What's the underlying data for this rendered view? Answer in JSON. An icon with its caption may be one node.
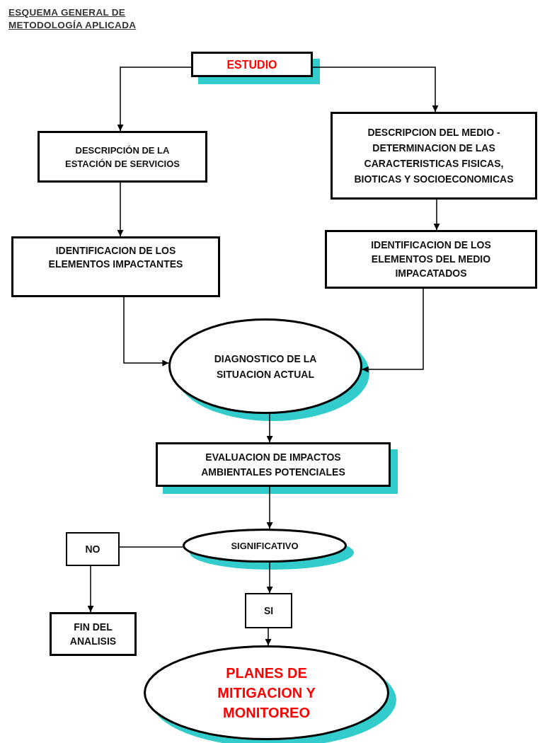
{
  "diagram": {
    "title": "ESQUEMA GENERAL DE METODOLOGÍA APLICADA",
    "nodes": [
      {
        "text": [
          "ESTUDIO"
        ]
      },
      {
        "text": [
          "DESCRIPCIÓN DE LA ESTACIÓN DE SERVICIOS"
        ]
      },
      {
        "text": [
          "DESCRIPCION DEL MEDIO - DETERMINACION DE LAS CARACTERISTICAS FISICAS, BIOTICAS Y SOCIOECONOMICAS"
        ]
      },
      {
        "text": [
          "IDENTIFICACION DE LOS ELEMENTOS IMPACTANTES"
        ]
      },
      {
        "text": [
          "IDENTIFICACION DE LOS ELEMENTOS DEL MEDIO IMPACATADOS"
        ]
      },
      {
        "text": [
          "DIAGNOSTICO DE LA SITUACION ACTUAL"
        ]
      },
      {
        "text": [
          "EVALUACION DE IMPACTOS AMBIENTALES POTENCIALES"
        ]
      },
      {
        "text": [
          "SIGNIFICATIVO"
        ]
      },
      {
        "text": [
          "NO"
        ]
      },
      {
        "text": [
          "SI"
        ]
      },
      {
        "text": [
          "FIN DEL ANALISIS"
        ]
      },
      {
        "text": [
          "PLANES DE MITIGACION Y MONITOREO"
        ]
      }
    ],
    "edges": [
      {
        "from": 0,
        "to": 1,
        "arrow": "to"
      },
      {
        "from": 0,
        "to": 2,
        "arrow": "to"
      },
      {
        "from": 1,
        "to": 3,
        "arrow": "to"
      },
      {
        "from": 2,
        "to": 4,
        "arrow": "to"
      },
      {
        "from": 3,
        "to": 5,
        "arrow": "to"
      },
      {
        "from": 4,
        "to": 5,
        "arrow": "to"
      },
      {
        "from": 5,
        "to": 6,
        "arrow": "to"
      },
      {
        "from": 6,
        "to": 7,
        "arrow": "to"
      },
      {
        "from": 7,
        "to": 8,
        "arrow": "none"
      },
      {
        "from": 8,
        "to": 10,
        "arrow": "to"
      },
      {
        "from": 7,
        "to": 9,
        "arrow": "to"
      },
      {
        "from": 9,
        "to": 11,
        "arrow": "to"
      }
    ]
  }
}
